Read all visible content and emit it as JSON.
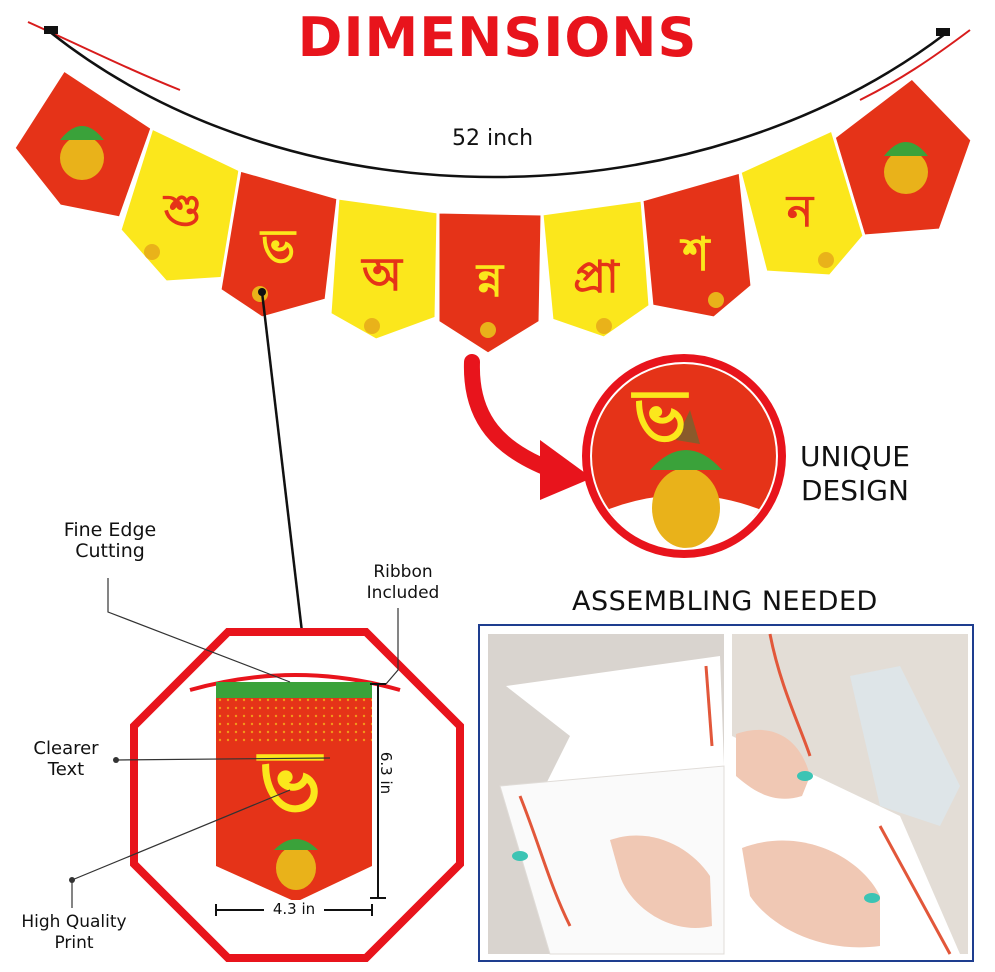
{
  "title": "DIMENSIONS",
  "banner": {
    "width_label": "52 inch",
    "flag_letters": [
      "শু",
      "ভ",
      "অ",
      "ন্ন",
      "প্রা",
      "শ",
      "ন"
    ]
  },
  "callouts": {
    "fine_edge": "Fine Edge\nCutting",
    "ribbon": "Ribbon\nIncluded",
    "clearer_text": "Clearer\nText",
    "high_quality": "High Quality\nPrint",
    "flag_height": "6.3 in",
    "flag_width": "4.3 in",
    "unique_design": "UNIQUE\nDESIGN",
    "assembling": "ASSEMBLING NEEDED"
  },
  "zoom_letter": "ভ",
  "colors": {
    "title_red": "#e8141c",
    "flag_red": "#e53318",
    "flag_yellow": "#fbe71c",
    "border_red": "#e8141c",
    "panel_border": "#1e3d8f",
    "pot_gold": "#e9b21a",
    "leaf_green": "#3aa23a"
  }
}
